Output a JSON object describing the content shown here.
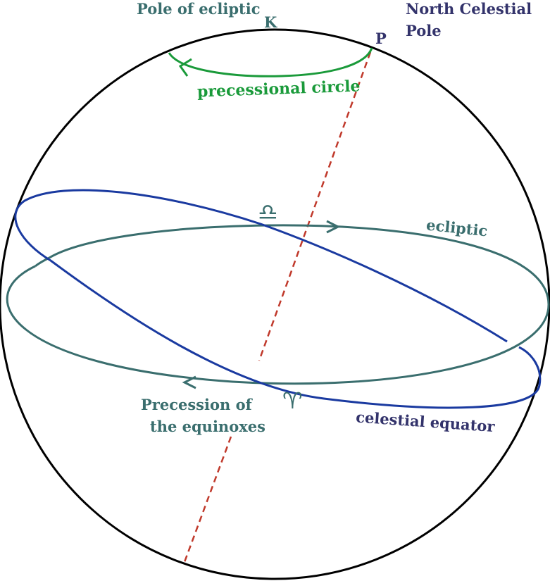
{
  "labels": {
    "pole_of_ecliptic": "Pole of ecliptic",
    "k": "K",
    "north_celestial_pole_line1": "North Celestial",
    "north_celestial_pole_line2": "Pole",
    "p": "P",
    "precessional_circle": "precessional circle",
    "ecliptic": "ecliptic",
    "libra_symbol": "♎",
    "aries_symbol": "♈",
    "precession_line1": "Precession of",
    "precession_line2": "the equinoxes",
    "celestial_equator": "celestial equator"
  },
  "colors": {
    "sphere": "#000000",
    "ecliptic": "#3a6e6e",
    "equator": "#1a3aa0",
    "axis": "#c0392b",
    "precessional_circle": "#1a9a3a",
    "navy_text": "#33336b"
  }
}
